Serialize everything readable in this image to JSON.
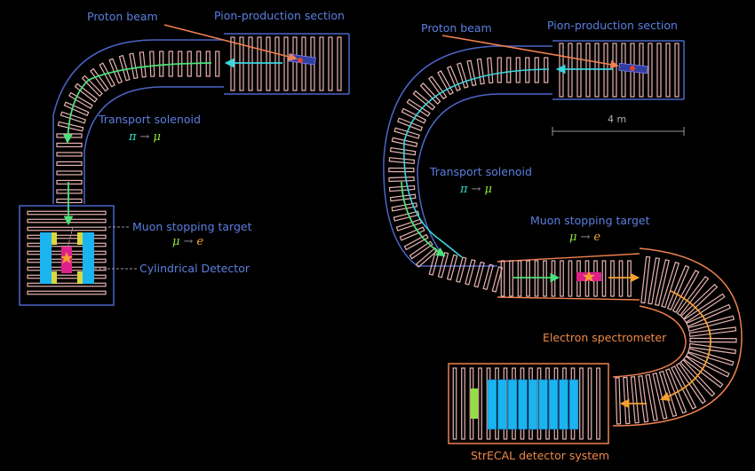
{
  "left_diagram": {
    "proton_beam": "Proton beam",
    "pion_production": "Pion-production section",
    "transport_solenoid": "Transport solenoid",
    "pi": "π",
    "mu": "μ",
    "arrow": "→",
    "muon_target": "Muon stopping target",
    "e": "e",
    "cyl_detector": "Cylindrical Detector"
  },
  "right_diagram": {
    "proton_beam": "Proton beam",
    "pion_production": "Pion-production section",
    "scale": "4 m",
    "transport_solenoid": "Transport solenoid",
    "pi": "π",
    "mu": "μ",
    "arrow": "→",
    "muon_target": "Muon stopping target",
    "e": "e",
    "electron_spectrometer": "Electron spectrometer",
    "strecal": "StrECAL detector system"
  },
  "colors": {
    "coil": "#e8b4b0",
    "solenoid_outline": "#4a66c8",
    "orange": "#f08050",
    "cyan": "#3ad6e0",
    "green": "#4ce07a",
    "arrow_orange": "#f5a030",
    "magenta": "#e0208a",
    "detector_blue": "#1ab4f0",
    "yellow": "#d8d840",
    "lime": "#90e040"
  }
}
